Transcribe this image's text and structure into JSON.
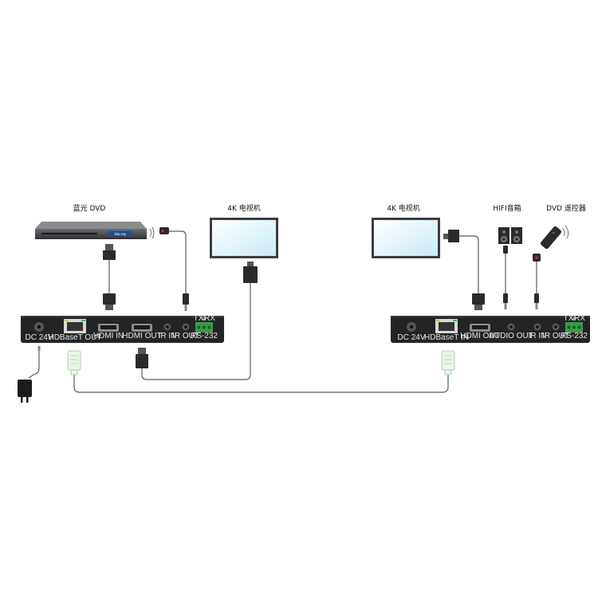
{
  "labels": {
    "bluray": "蓝光 DVD",
    "tv_left": "4K 电视机",
    "tv_right": "4K 电视机",
    "hifi": "HIFI音箱",
    "remote": "DVD 遥控器"
  },
  "bluray_badge": "Blu-ray",
  "transmitter": {
    "ports": {
      "dc": "DC 24V",
      "hdbaset": "HDBaseT OUT",
      "hdmi_in": "HDMI IN",
      "hdmi_out": "HDMI OUT",
      "ir_in": "IR IN",
      "ir_out": "IR OUT",
      "rs232": "RS-232",
      "tx": "TX",
      "rx": "RX"
    }
  },
  "receiver": {
    "ports": {
      "dc": "DC 24V",
      "hdbaset": "HDBaseT IN",
      "hdmi_out": "HDMI OUT",
      "audio_out": "AUDIO OUT",
      "ir_in": "IR IN",
      "ir_out": "IR OUT",
      "rs232": "RS-232",
      "tx": "TX",
      "rx": "RX"
    }
  },
  "colors": {
    "box": "#222426",
    "screen": "#dff4fb",
    "cable": "#5a5a5a",
    "ethernet": "#e9f6e9",
    "terminal_green": "#3a9a46"
  }
}
